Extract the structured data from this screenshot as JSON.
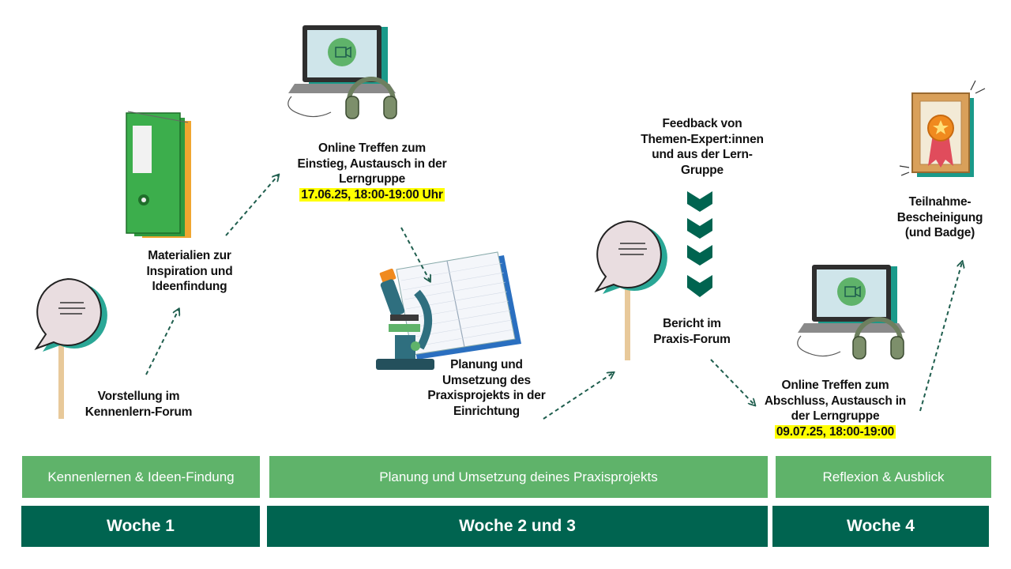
{
  "steps": [
    {
      "id": "vorstellung",
      "lines": [
        "Vorstellung im",
        "Kennenlern-Forum"
      ]
    },
    {
      "id": "materialien",
      "lines": [
        "Materialien zur",
        "Inspiration und",
        "Ideenfindung"
      ]
    },
    {
      "id": "treffen1",
      "lines": [
        "Online Treffen zum",
        "Einstieg, Austausch in der",
        "Lerngruppe"
      ],
      "highlight": "17.06.25, 18:00-19:00 Uhr"
    },
    {
      "id": "planung",
      "lines": [
        "Planung und",
        "Umsetzung des",
        "Praxisprojekts in der",
        "Einrichtung"
      ]
    },
    {
      "id": "feedback",
      "lines": [
        "Feedback von",
        "Themen-Expert:innen",
        "und aus der Lern-",
        "Gruppe"
      ]
    },
    {
      "id": "bericht",
      "lines": [
        "Bericht im",
        "Praxis-Forum"
      ]
    },
    {
      "id": "treffen2",
      "lines": [
        "Online Treffen zum",
        "Abschluss, Austausch in",
        "der Lerngruppe"
      ],
      "highlight": "09.07.25, 18:00-19:00"
    },
    {
      "id": "teilnahme",
      "lines": [
        "Teilnahme-",
        "Bescheinigung",
        "(und Badge)"
      ]
    }
  ],
  "phases": [
    {
      "label": "Kennenlernen & Ideen-Findung"
    },
    {
      "label": "Planung und Umsetzung deines Praxisprojekts"
    },
    {
      "label": "Reflexion & Ausblick"
    }
  ],
  "weeks": [
    {
      "label": "Woche 1"
    },
    {
      "label": "Woche 2 und 3"
    },
    {
      "label": "Woche 4"
    }
  ],
  "colors": {
    "phase_bg": "#5fb36a",
    "week_bg": "#006450",
    "accent_teal": "#1a9a8a",
    "arrow": "#1f5e4e",
    "highlight": "#ffff00"
  },
  "icons": [
    "speech-bubble-sign-icon",
    "binder-folder-icon",
    "laptop-video-call-icon",
    "headphones-icon",
    "microscope-icon",
    "notebook-icon",
    "chevrons-down-icon",
    "certificate-frame-icon"
  ]
}
